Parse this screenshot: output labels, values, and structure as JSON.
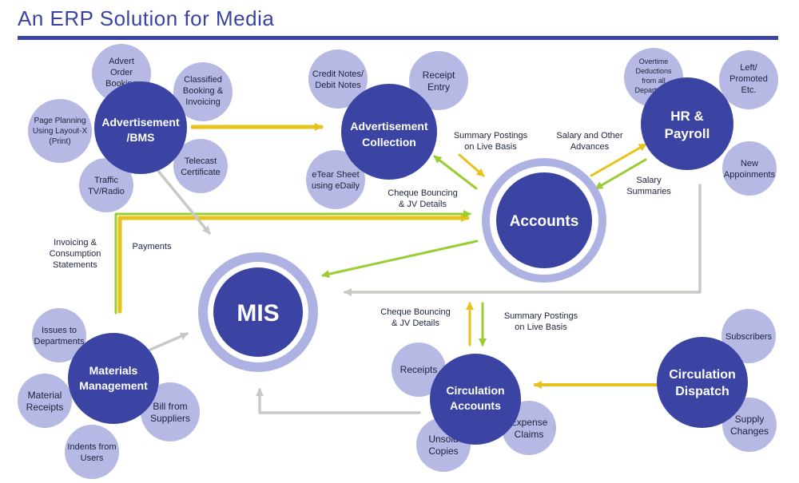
{
  "title": "An ERP Solution for Media",
  "colors": {
    "hub": "#3b44a3",
    "satellite": "#b6b9e3",
    "ring": "#aeb2e2",
    "title": "#3a44a0",
    "arrow_yellow": "#e8c21a",
    "arrow_green": "#9acd32",
    "arrow_gray": "#c8c8c4"
  },
  "hubs": {
    "advertisement_bms": [
      "Advertisement",
      "/BMS"
    ],
    "advertisement_collection": [
      "Advertisement",
      "Collection"
    ],
    "hr_payroll": [
      "HR &",
      "Payroll"
    ],
    "accounts": [
      "Accounts"
    ],
    "mis": [
      "MIS"
    ],
    "materials_management": [
      "Materials",
      "Management"
    ],
    "circulation_accounts": [
      "Circulation",
      "Accounts"
    ],
    "circulation_dispatch": [
      "Circulation",
      "Dispatch"
    ]
  },
  "satellites": {
    "advert_order_booking": [
      "Advert",
      "Order",
      "Booking"
    ],
    "classified_booking": [
      "Classified",
      "Booking &",
      "Invoicing"
    ],
    "page_planning": [
      "Page Planning",
      "Using Layout-X",
      "(Print)"
    ],
    "telecast_certificate": [
      "Telecast",
      "Certificate"
    ],
    "traffic": [
      "Traffic",
      "TV/Radio"
    ],
    "credit_notes": [
      "Credit Notes/",
      "Debit Notes"
    ],
    "receipt_entry": [
      "Receipt",
      "Entry"
    ],
    "etear_sheet": [
      "eTear Sheet",
      "using eDaily"
    ],
    "overtime": [
      "Overtime",
      "Deductions",
      "from all",
      "Department"
    ],
    "left_promoted": [
      "Left/",
      "Promoted",
      "Etc."
    ],
    "new_appoinments": [
      "New",
      "Appoinments"
    ],
    "issues_to_departments": [
      "Issues to",
      "Departments"
    ],
    "material_receipts": [
      "Material",
      "Receipts"
    ],
    "bill_from_suppliers": [
      "Bill from",
      "Suppliers"
    ],
    "indents_from_users": [
      "Indents from",
      "Users"
    ],
    "receipts": [
      "Receipts"
    ],
    "unsold_copies": [
      "Unsold",
      "Copies"
    ],
    "expense_claims": [
      "Expense",
      "Claims"
    ],
    "subscribers": [
      "Subscribers"
    ],
    "supply_changes": [
      "Supply",
      "Changes"
    ]
  },
  "flow_labels": {
    "summary_postings_top": [
      "Summary Postings",
      "on Live Basis"
    ],
    "cheque_bouncing_top": [
      "Cheque Bouncing",
      "& JV Details"
    ],
    "salary_advances": [
      "Salary and Other",
      "Advances"
    ],
    "salary_summaries": [
      "Salary",
      "Summaries"
    ],
    "invoicing_consumption": [
      "Invoicing &",
      "Consumption",
      "Statements"
    ],
    "payments": [
      "Payments"
    ],
    "cheque_bouncing_bottom": [
      "Cheque Bouncing",
      "& JV Details"
    ],
    "summary_postings_bottom": [
      "Summary Postings",
      "on Live Basis"
    ]
  }
}
